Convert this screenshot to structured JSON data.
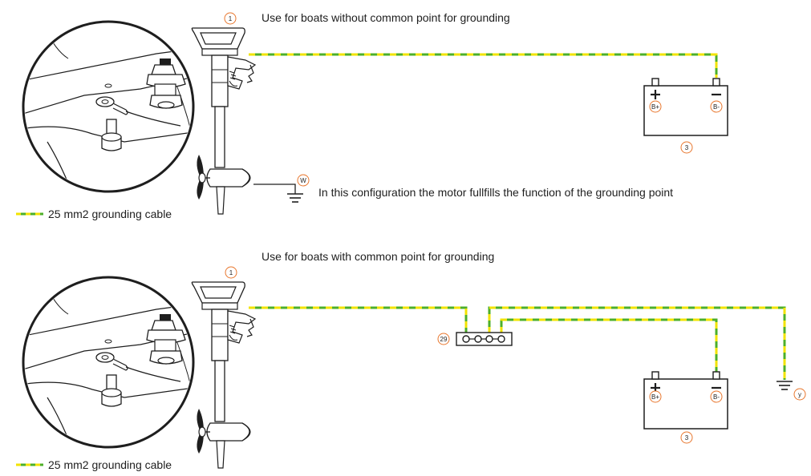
{
  "top": {
    "tag_motor": "1",
    "heading": "Use for boats without common point for grounding",
    "tag_w": "W",
    "note": "In this configuration the motor fullfills the function of the grounding point",
    "battery": {
      "plus_tag": "B+",
      "minus_tag": "B-",
      "tag": "3"
    },
    "legend": "25 mm2 grounding cable"
  },
  "bottom": {
    "tag_motor": "1",
    "heading": "Use for boats with common point for grounding",
    "busbar_tag": "29",
    "tag_y": "y",
    "battery": {
      "plus_tag": "B+",
      "minus_tag": "B-",
      "tag": "3"
    },
    "legend": "25 mm2 grounding cable"
  },
  "colors": {
    "cable_green": "#4caf2a",
    "cable_yellow": "#f2e300",
    "tag_orange": "#e8762d",
    "ink": "#1e1e1e"
  },
  "icons": [
    "detail-magnifier-icon",
    "outboard-motor-icon",
    "battery-icon",
    "ground-symbol-icon",
    "busbar-icon"
  ]
}
